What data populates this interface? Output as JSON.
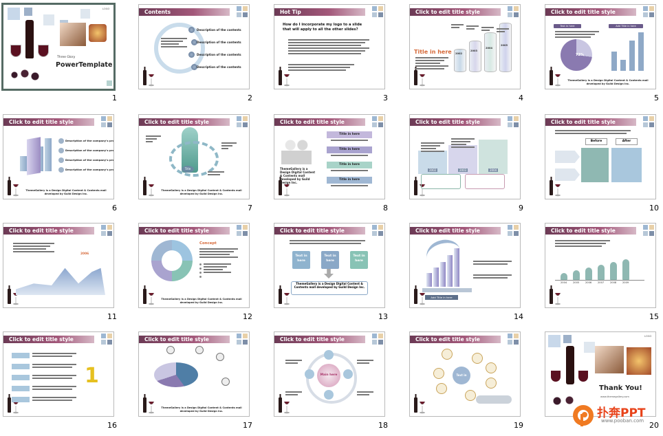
{
  "slides": [
    {
      "number": "1",
      "title": "",
      "cover_sub": "Three Glory",
      "cover_title": "PowerTemplate"
    },
    {
      "number": "2",
      "title": "Contents"
    },
    {
      "number": "3",
      "title": "Hot Tip"
    },
    {
      "number": "4",
      "title": "Click to edit title style"
    },
    {
      "number": "5",
      "title": "Click to edit title style"
    },
    {
      "number": "6",
      "title": "Click to edit title style"
    },
    {
      "number": "7",
      "title": "Click to edit title style"
    },
    {
      "number": "8",
      "title": "Click to edit title style"
    },
    {
      "number": "9",
      "title": "Click to edit title style"
    },
    {
      "number": "10",
      "title": "Click to edit title style"
    },
    {
      "number": "11",
      "title": "Click to edit title style"
    },
    {
      "number": "12",
      "title": "Click to edit title style"
    },
    {
      "number": "13",
      "title": "Click to edit title style"
    },
    {
      "number": "14",
      "title": "Click to edit title style"
    },
    {
      "number": "15",
      "title": "Click to edit title style"
    },
    {
      "number": "16",
      "title": "Click to edit title style"
    },
    {
      "number": "17",
      "title": "Click to edit title style"
    },
    {
      "number": "18",
      "title": "Click to edit title style"
    },
    {
      "number": "19",
      "title": "Click to edit title style"
    },
    {
      "number": "20",
      "title": "",
      "cover_title": "Thank You!"
    }
  ],
  "texts": {
    "contents_items": [
      "Description of the contents",
      "Description of the contents",
      "Description of the contents",
      "Description of the contents"
    ],
    "hot_tip_q": "How do I incorporate my logo to a slide that will apply to all the other slides?",
    "s4_title_here": "Title in here",
    "s4_years": [
      "2002",
      "2003",
      "2004",
      "2005"
    ],
    "s5_text1": "Text in here",
    "s5_text2": "Add Title in here",
    "s5_pct": "73%",
    "s6_desc": [
      "Description of the company's products",
      "Description of the company's products",
      "Description of the company's products",
      "Description of the company's products"
    ],
    "s8_titles": [
      "Title in here",
      "Title in here",
      "Title in here",
      "Title in here"
    ],
    "s8_left": "ThemeGallery is a Design Digital Content & Contents mall developed by Guild Design Inc.",
    "s9_years": [
      "2002",
      "2003",
      "2004"
    ],
    "s10_before": "Before",
    "s10_after": "After",
    "s11_peak": "2006",
    "s12_concept": "Concept",
    "s13_boxes": [
      "Text in here",
      "Text in here",
      "Text in here"
    ],
    "s14_btn": "Add Title in here",
    "s15_years": [
      "2004",
      "2005",
      "2006",
      "2007",
      "2008",
      "2009"
    ],
    "s16_one": "1",
    "s18_center": "Main here",
    "s19_core": "Text in here",
    "footer_note": "ThemeGallery is a Design Digital Content & Contents mall developed by Guild Design Inc.",
    "thank_you_sub": "www.themegallery.com",
    "cover_tag": "LOGO"
  },
  "logo": {
    "text": "扑奔PPT",
    "url": "www.pooban.com"
  },
  "colors": {
    "accent": "#8a4a6a",
    "title_bar": "#a3587a",
    "selection": "#556b64"
  }
}
